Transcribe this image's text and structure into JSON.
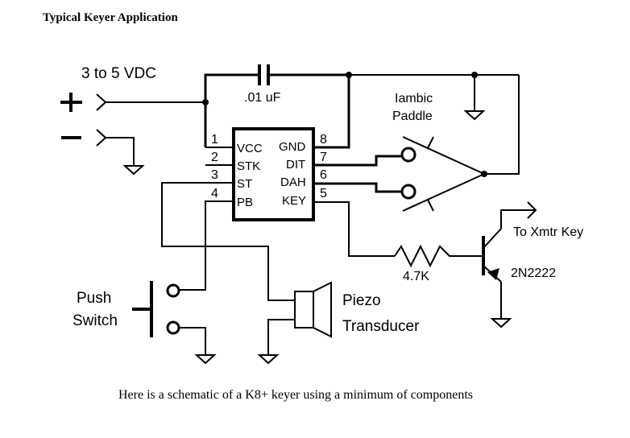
{
  "title": "Typical Keyer Application",
  "caption": "Here is a schematic of a K8+ keyer using a minimum of components",
  "power": {
    "label": "3 to 5 VDC",
    "plus_symbol": "+",
    "minus_symbol": "−"
  },
  "capacitor": {
    "value": ".01 uF"
  },
  "ic": {
    "left_pins": [
      {
        "number": "1",
        "name": "VCC"
      },
      {
        "number": "2",
        "name": "STK"
      },
      {
        "number": "3",
        "name": "ST"
      },
      {
        "number": "4",
        "name": "PB"
      }
    ],
    "right_pins": [
      {
        "number": "8",
        "name": "GND"
      },
      {
        "number": "7",
        "name": "DIT"
      },
      {
        "number": "6",
        "name": "DAH"
      },
      {
        "number": "5",
        "name": "KEY"
      }
    ]
  },
  "paddle": {
    "label_line1": "Iambic",
    "label_line2": "Paddle"
  },
  "resistor": {
    "value": "4.7K"
  },
  "transistor": {
    "part": "2N2222"
  },
  "output": {
    "label": "To Xmtr Key"
  },
  "push_switch": {
    "label_line1": "Push",
    "label_line2": "Switch"
  },
  "piezo": {
    "label_line1": "Piezo",
    "label_line2": "Transducer"
  }
}
